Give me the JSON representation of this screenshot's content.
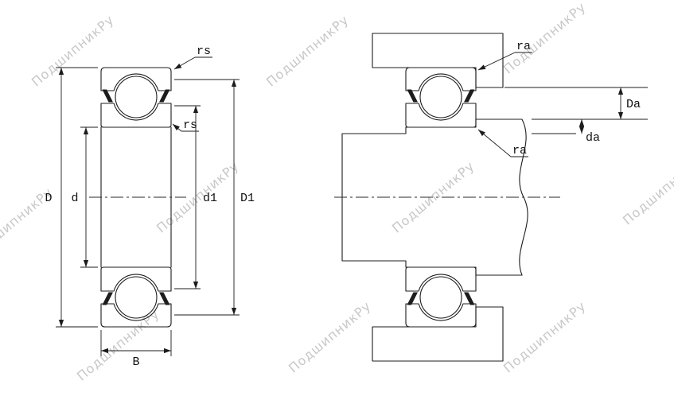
{
  "watermark": {
    "text": "ПодшипникРу",
    "color": "#c8c8c8"
  },
  "left_view": {
    "labels": {
      "rs_outer": "rs",
      "rs_inner": "rs",
      "D": "D",
      "d": "d",
      "d1": "d1",
      "D1": "D1",
      "B": "B"
    }
  },
  "right_view": {
    "labels": {
      "ra_housing": "ra",
      "ra_shaft": "ra",
      "Da": "Da",
      "da": "da"
    }
  },
  "colors": {
    "line": "#1c1c1c",
    "watermark": "#c8c8c8",
    "background": "#ffffff"
  }
}
